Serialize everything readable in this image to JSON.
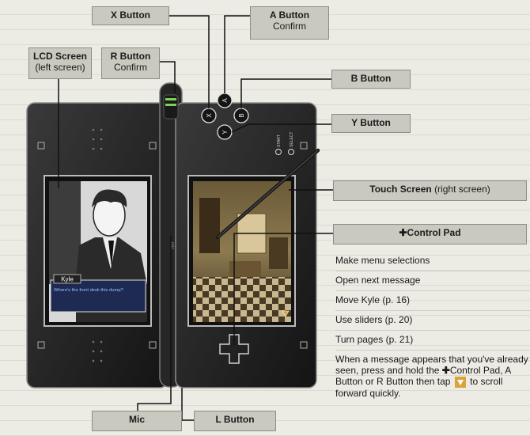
{
  "labels": {
    "x_button": "X Button",
    "a_button": "A Button",
    "a_button_sub": "Confirm",
    "lcd_screen": "LCD Screen",
    "lcd_screen_sub": "(left screen)",
    "r_button": "R Button",
    "r_button_sub": "Confirm",
    "b_button": "B Button",
    "y_button": "Y Button",
    "touch_screen": "Touch Screen",
    "touch_screen_sub": "(right screen)",
    "control_pad": "Control Pad",
    "mic": "Mic",
    "l_button": "L Button"
  },
  "device": {
    "btn_x": "X",
    "btn_a": "A",
    "btn_b": "B",
    "btn_y": "Y",
    "start": "START",
    "select": "SELECT",
    "mic_text": "mic"
  },
  "game_screen": {
    "name_tag": "Kyle",
    "dialogue": "Where's the front desk this dump?"
  },
  "descriptions": {
    "item1": "Make menu selections",
    "item2": "Open next message",
    "item3": "Move Kyle (p. 16)",
    "item4": "Use sliders (p. 20)",
    "item5": "Turn pages (p. 21)",
    "item6a": "When a message appears that you've already seen, press and hold the",
    "item6b": "Control Pad, A Button or R Button then tap",
    "item6c": "to scroll forward quickly."
  },
  "colors": {
    "label_bg": "#c9c9c0",
    "device_body": "#1e1e1e",
    "accent_green": "#7dd15a",
    "scroll_arrow": "#d9a53a"
  }
}
